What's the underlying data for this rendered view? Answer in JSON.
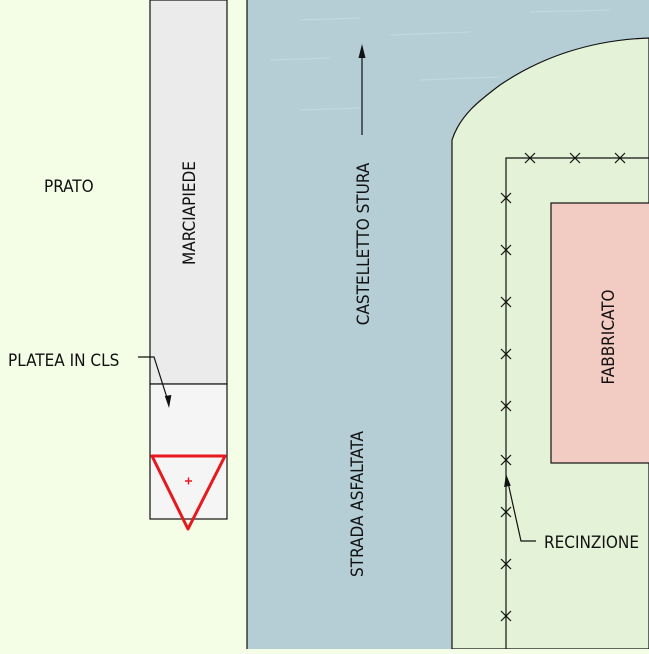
{
  "colors": {
    "prato": "#f4fde6",
    "marciapiede": "#ebebeb",
    "platea": "#f5f5f5",
    "strada": "#b5ced6",
    "lotto": "#e4f3d7",
    "fabbricato": "#f2cbc2",
    "symbol": "#e6191f",
    "line": "#111111"
  },
  "labels": {
    "prato": "PRATO",
    "marciapiede": "MARCIAPIEDE",
    "platea": "PLATEA IN CLS",
    "street_name": "CASTELLETTO STURA",
    "strada": "STRADA ASFALTATA",
    "fabbricato": "FABBRICATO",
    "recinzione": "RECINZIONE"
  },
  "icons": {
    "triangle_symbol": "inverted-triangle-marker",
    "fence_marker": "x-marker",
    "direction_arrow": "arrow-up-icon"
  }
}
